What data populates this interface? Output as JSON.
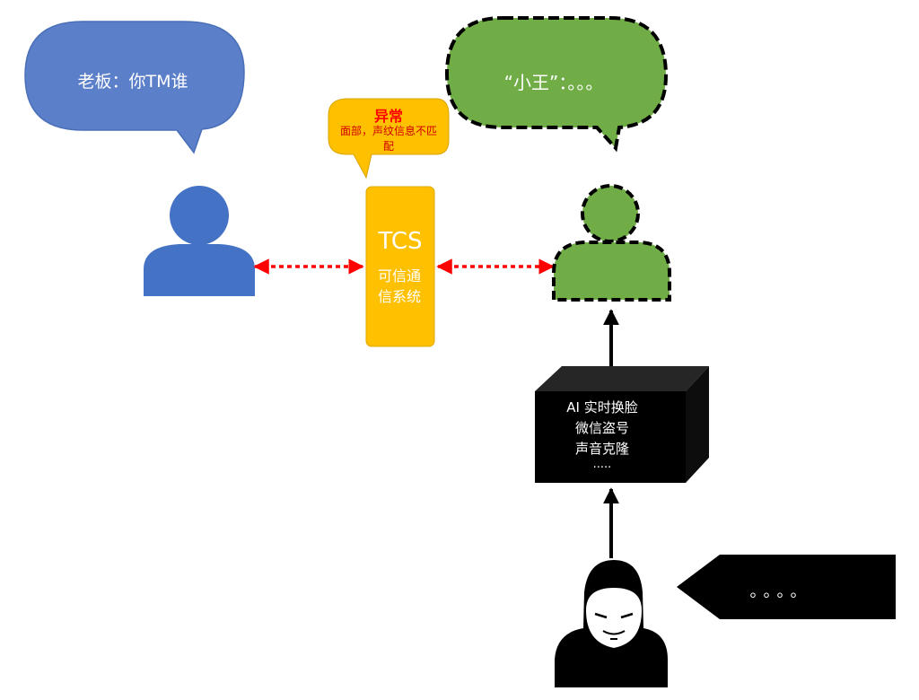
{
  "boss_bubble": {
    "text": "老板：你TM谁"
  },
  "xiaowang_bubble": {
    "text": "“小王”：。。。"
  },
  "alert_bubble": {
    "title": "异常",
    "detail": "面部，声纹信息不匹配"
  },
  "tcs": {
    "name": "TCS",
    "description": "可信通信系统"
  },
  "attack_box": {
    "lines": [
      "AI 实时换脸",
      "微信盗号",
      "声音克隆",
      "....."
    ]
  },
  "hacker_bubble": {
    "text": "。。。。"
  },
  "colors": {
    "boss_blue": "#4472c4",
    "bubble_blue": "#5b7fc9",
    "impostor_green": "#70ad47",
    "tcs_gold": "#ffc000",
    "alert_red": "#ff0000",
    "black": "#000000"
  }
}
